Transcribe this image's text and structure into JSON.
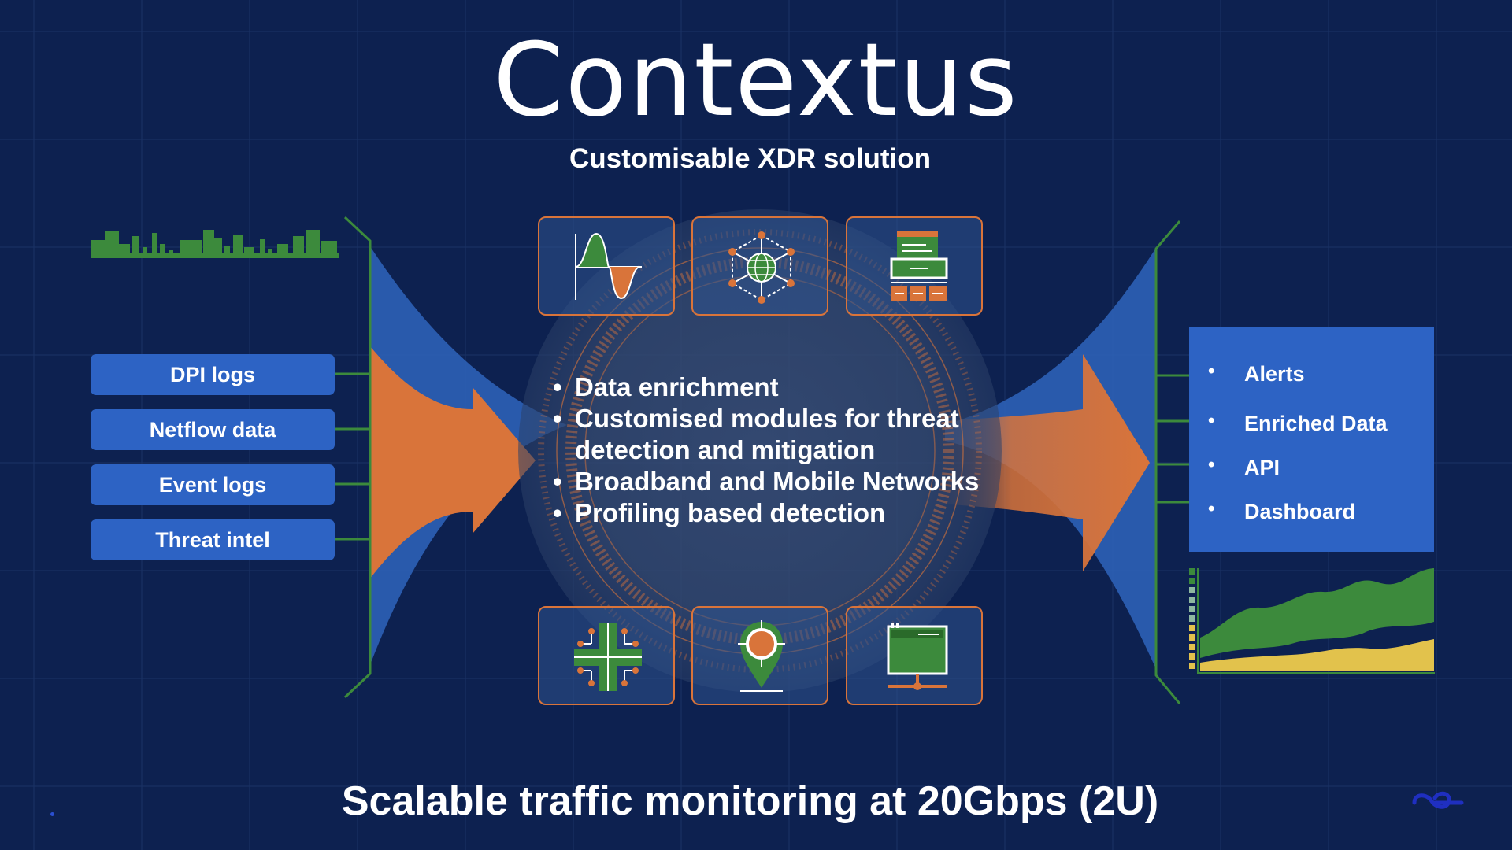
{
  "slide": {
    "title": "Contextus",
    "subtitle": "Customisable XDR solution",
    "footer": "Scalable traffic monitoring at 20Gbps (2U)"
  },
  "inputs": [
    "DPI logs",
    "Netflow data",
    "Event logs",
    "Threat intel"
  ],
  "capabilities": [
    "Data enrichment",
    "Customised modules for threat detection and mitigation",
    "Broadband and Mobile Networks",
    "Profiling based detection"
  ],
  "outputs": [
    "Alerts",
    "Enriched Data",
    "API",
    "Dashboard"
  ],
  "icons": {
    "top": [
      "wave-chart-icon",
      "network-globe-icon",
      "server-rack-icon"
    ],
    "bottom": [
      "circuit-cross-icon",
      "location-pin-icon",
      "monitor-icon"
    ],
    "left_deco": "bar-sparkline-icon",
    "right_deco": "area-chart-icon",
    "logo": "brand-logo-icon"
  },
  "colors": {
    "background": "#0d2150",
    "box_blue": "#2d63c4",
    "arrow_orange": "#d9743a",
    "accent_green": "#3c8a3c",
    "accent_yellow": "#e2c24c"
  }
}
